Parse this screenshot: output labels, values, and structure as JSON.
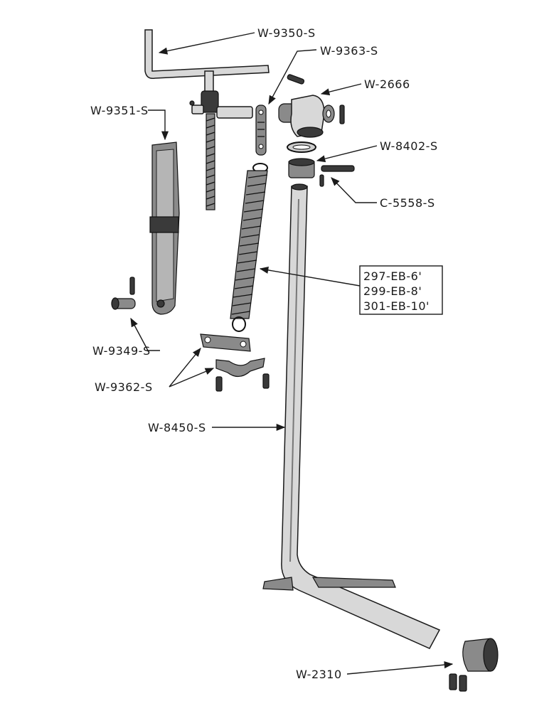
{
  "diagram": {
    "labels": {
      "w9350s": "W-9350-S",
      "w9363s": "W-9363-S",
      "w2666": "W-2666",
      "w9351s": "W-9351-S",
      "w8402s": "W-8402-S",
      "c5558s": "C-5558-S",
      "spring_box": [
        "297-EB-6'",
        "299-EB-8'",
        "301-EB-10'"
      ],
      "w9349s": "W-9349-S",
      "w9362s": "W-9362-S",
      "w8450s": "W-8450-S",
      "w2310": "W-2310"
    }
  }
}
